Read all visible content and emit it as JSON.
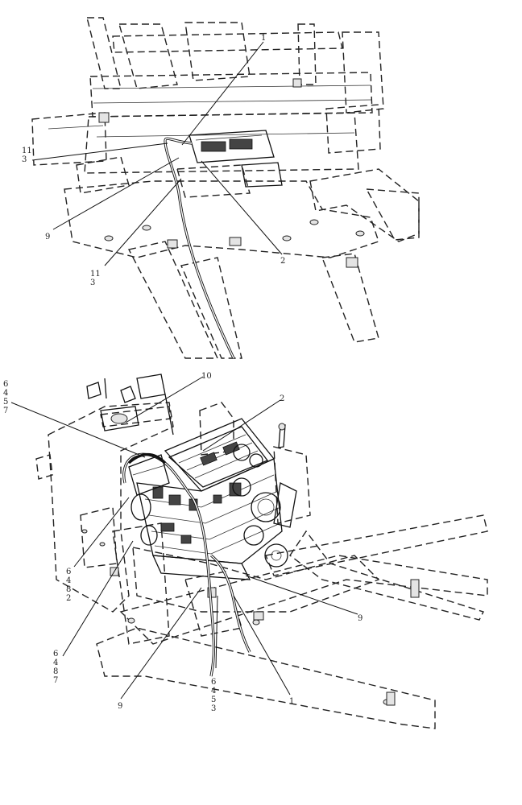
{
  "figure": {
    "top_view": {
      "callouts": [
        {
          "lines": [
            "1"
          ]
        },
        {
          "lines": [
            "11",
            "3"
          ]
        },
        {
          "lines": [
            "9"
          ]
        },
        {
          "lines": [
            "11",
            "3"
          ]
        },
        {
          "lines": [
            "2"
          ]
        }
      ]
    },
    "bottom_view": {
      "callouts": [
        {
          "lines": [
            "10"
          ]
        },
        {
          "lines": [
            "6",
            "4",
            "5",
            "7"
          ]
        },
        {
          "lines": [
            "2"
          ]
        },
        {
          "lines": [
            "6",
            "4",
            "8",
            "2"
          ]
        },
        {
          "lines": [
            "6",
            "4",
            "8",
            "7"
          ]
        },
        {
          "lines": [
            "9"
          ]
        },
        {
          "lines": [
            "6",
            "4",
            "5",
            "3"
          ]
        },
        {
          "lines": [
            "1"
          ]
        },
        {
          "lines": [
            "9"
          ]
        }
      ]
    }
  }
}
